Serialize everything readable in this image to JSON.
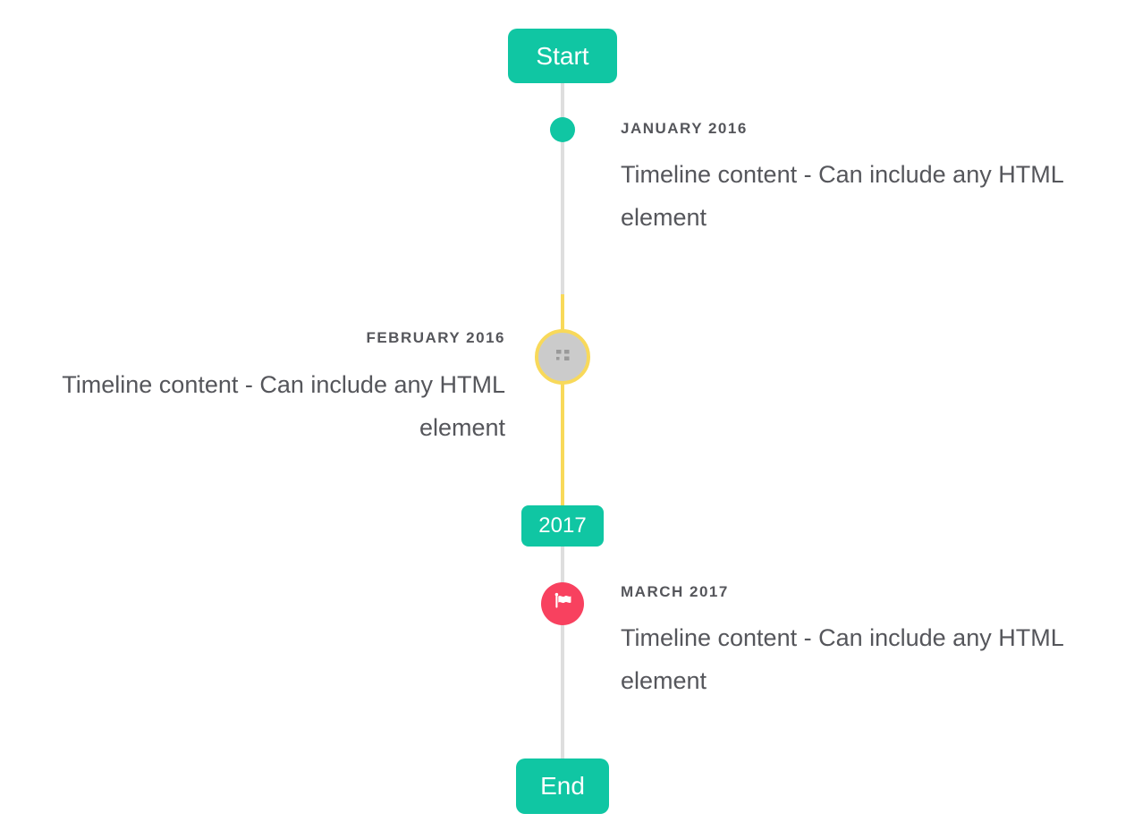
{
  "timeline": {
    "start_badge_label": "Start",
    "year_badge_label": "2017",
    "end_badge_label": "End",
    "entries": [
      {
        "title": "JANUARY 2016",
        "content": "Timeline content - Can include any HTML element",
        "side": "right",
        "marker": "teal-dot"
      },
      {
        "title": "FEBRUARY 2016",
        "content": "Timeline content - Can include any HTML element",
        "side": "left",
        "marker": "image-placeholder-circle-with-yellow-ring"
      },
      {
        "title": "MARCH 2017",
        "content": "Timeline content - Can include any HTML element",
        "side": "right",
        "marker": "red-flag-circle"
      }
    ],
    "icons": {
      "flag_marker": "flag-icon",
      "image_marker": "broken-image-icon"
    },
    "colors": {
      "accent_teal": "#10c6a3",
      "highlight_yellow": "#f8d95a",
      "line_gray": "#dedede",
      "marker_gray": "#cbcbcb",
      "flag_red": "#f8415f",
      "text_gray": "#55565b",
      "badge_text": "#ffffff"
    }
  }
}
